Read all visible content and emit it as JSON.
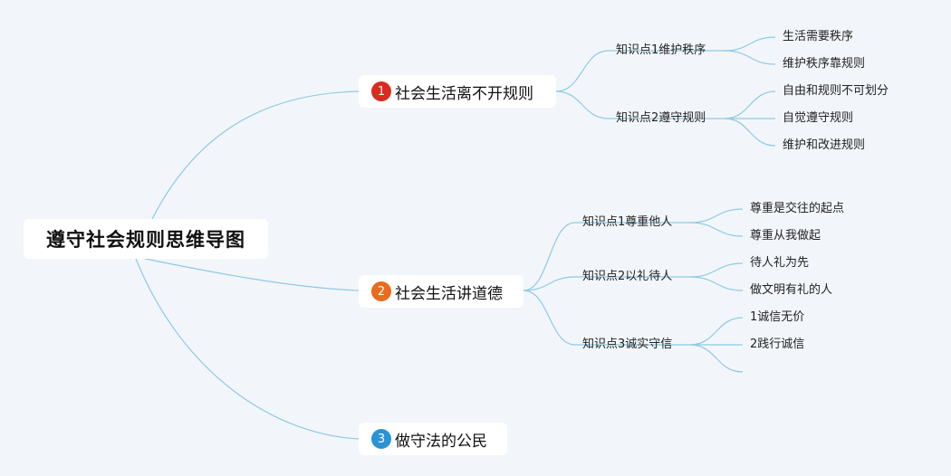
{
  "root": {
    "title": "遵守社会规则思维导图"
  },
  "branches": [
    {
      "num": "1",
      "label": "社会生活离不开规则",
      "color": "#d92b1f",
      "subs": [
        {
          "label": "知识点1维护秩序",
          "leaves": [
            "生活需要秩序",
            "维护秩序靠规则"
          ]
        },
        {
          "label": "知识点2遵守规则",
          "leaves": [
            "自由和规则不可划分",
            "自觉遵守规则",
            "维护和改进规则"
          ]
        }
      ]
    },
    {
      "num": "2",
      "label": "社会生活讲道德",
      "color": "#e86b1e",
      "subs": [
        {
          "label": "知识点1尊重他人",
          "leaves": [
            "尊重是交往的起点",
            "尊重从我做起"
          ]
        },
        {
          "label": "知识点2以礼待人",
          "leaves": [
            "待人礼为先",
            "做文明有礼的人"
          ]
        },
        {
          "label": "知识点3诚实守信",
          "leaves": [
            "1诚信无价",
            "2践行诚信",
            ""
          ]
        }
      ]
    },
    {
      "num": "3",
      "label": "做守法的公民",
      "color": "#2a93d5",
      "subs": []
    }
  ],
  "colors": {
    "background": "#f2f6fa",
    "link": "#8fc9e6",
    "node_fill": "#ffffff"
  }
}
